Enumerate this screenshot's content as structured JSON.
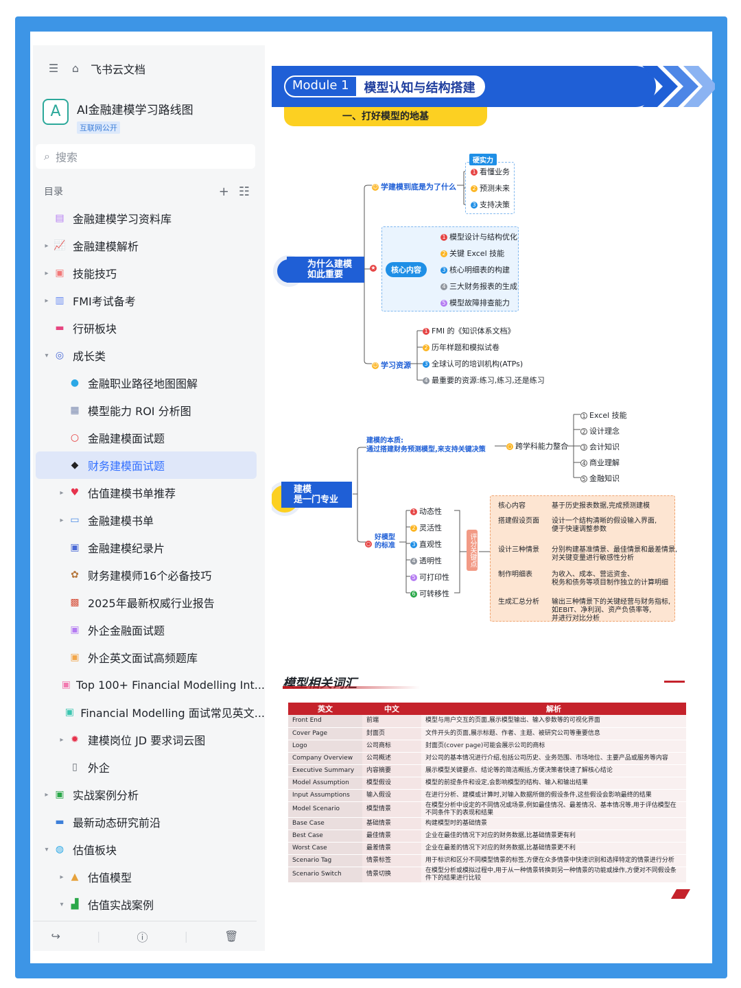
{
  "sidebar": {
    "app_title": "飞书云文档",
    "doc_avatar": "A",
    "doc_title": "AI金融建模学习路线图",
    "doc_badge": "互联网公开",
    "search_placeholder": "搜索",
    "toc_label": "目录",
    "items": [
      {
        "label": "金融建模学习资料库",
        "icon": "library-icon",
        "level": 1,
        "arrow": ""
      },
      {
        "label": "金融建模解析",
        "icon": "chart-icon",
        "level": 1,
        "arrow": "▸"
      },
      {
        "label": "技能技巧",
        "icon": "skill-icon",
        "level": 1,
        "arrow": "▸"
      },
      {
        "label": "FMI考试备考",
        "icon": "bar-chart-icon",
        "level": 1,
        "arrow": "▸"
      },
      {
        "label": "行研板块",
        "icon": "briefcase-icon",
        "level": 1,
        "arrow": ""
      },
      {
        "label": "成长类",
        "icon": "growth-icon",
        "level": 1,
        "arrow": "▾"
      },
      {
        "label": "金融职业路径地图图解",
        "icon": "globe-icon",
        "level": 2,
        "arrow": ""
      },
      {
        "label": "模型能力 ROI 分析图",
        "icon": "calendar-icon",
        "level": 2,
        "arrow": ""
      },
      {
        "label": "金融建模面试题",
        "icon": "ring-icon",
        "level": 2,
        "arrow": ""
      },
      {
        "label": "财务建模面试题",
        "icon": "graduation-cap-icon",
        "level": 2,
        "arrow": "",
        "active": true
      },
      {
        "label": "估值建模书单推荐",
        "icon": "heart-icon",
        "level": 2,
        "arrow": "▸"
      },
      {
        "label": "金融建模书单",
        "icon": "book-icon",
        "level": 2,
        "arrow": "▸"
      },
      {
        "label": "金融建模纪录片",
        "icon": "film-icon",
        "level": 2,
        "arrow": ""
      },
      {
        "label": "财务建模师16个必备技巧",
        "icon": "cookie-icon",
        "level": 2,
        "arrow": ""
      },
      {
        "label": "2025年最新权威行业报告",
        "icon": "report-icon",
        "level": 2,
        "arrow": ""
      },
      {
        "label": "外企金融面试题",
        "icon": "purple-doc-icon",
        "level": 2,
        "arrow": ""
      },
      {
        "label": "外企英文面试高频题库",
        "icon": "orange-doc-icon",
        "level": 2,
        "arrow": ""
      },
      {
        "label": "Top 100+ Financial Modelling Int...",
        "icon": "pink-doc-icon",
        "level": 2,
        "arrow": ""
      },
      {
        "label": "Financial Modelling 面试常见英文...",
        "icon": "teal-doc-icon",
        "level": 2,
        "arrow": ""
      },
      {
        "label": "建模岗位 JD 要求词云图",
        "icon": "wordcloud-icon",
        "level": 2,
        "arrow": "▸"
      },
      {
        "label": "外企",
        "icon": "document-icon",
        "level": 2,
        "arrow": ""
      },
      {
        "label": "实战案例分析",
        "icon": "case-icon",
        "level": 1,
        "arrow": "▸"
      },
      {
        "label": "最新动态研究前沿",
        "icon": "news-icon",
        "level": 1,
        "arrow": ""
      },
      {
        "label": "估值板块",
        "icon": "globe-blue-icon",
        "level": 1,
        "arrow": "▾"
      },
      {
        "label": "估值模型",
        "icon": "fire-icon",
        "level": 2,
        "arrow": "▸"
      },
      {
        "label": "估值实战案例",
        "icon": "chart-green-icon",
        "level": 2,
        "arrow": "▾"
      }
    ],
    "bottom_actions": [
      "share-icon",
      "info-icon",
      "trash-icon"
    ]
  },
  "module": {
    "tag": "Module 1",
    "title": "模型认知与结构搭建",
    "section": "一、打好模型的地基"
  },
  "mindmap1": {
    "root": "为什么建模\n如此重要",
    "branch_why": "学建模到底是为了什么",
    "hard_label": "硬实力",
    "hard_items": [
      "看懂业务",
      "预测未来",
      "支持决策"
    ],
    "core_label": "核心内容",
    "core_items": [
      "模型设计与结构优化",
      "关键 Excel 技能",
      "核心明细表的构建",
      "三大财务报表的生成",
      "模型故障排查能力"
    ],
    "resource_label": "学习资源",
    "resource_items": [
      "FMI 的《知识体系文档》",
      "历年样题和模拟试卷",
      "全球认可的培训机构(ATPs)",
      "最重要的资源:练习,练习,还是练习"
    ]
  },
  "mindmap2": {
    "root": "建模\n是一门专业",
    "essence_title": "建模的本质:",
    "essence_desc": "通过搭建财务预测模型,来支持关键决策",
    "cross_label": "跨学科能力整合",
    "cross_items": [
      "Excel 技能",
      "设计理念",
      "会计知识",
      "商业理解",
      "金融知识"
    ],
    "good_label": "好模型\n的标准",
    "good_items": [
      "动态性",
      "灵活性",
      "直观性",
      "透明性",
      "可打印性",
      "可转移性"
    ],
    "eval_label": "评分关键点",
    "eval_rows": [
      {
        "k": "核心内容",
        "v": "基于历史报表数据,完成预测建模"
      },
      {
        "k": "搭建假设页面",
        "v": "设计一个结构清晰的假设输入界面,\n便于快速调整参数"
      },
      {
        "k": "设计三种情景",
        "v": "分别构建基准情景、最佳情景和最差情景,\n对关键变量进行敏感性分析"
      },
      {
        "k": "制作明细表",
        "v": "为收入、成本、营运资金、\n税务和债务等项目制作独立的计算明细"
      },
      {
        "k": "生成汇总分析",
        "v": "输出三种情景下的关键经营与财务指标,\n如EBIT、净利润、资产负债率等,\n并进行对比分析"
      }
    ]
  },
  "vocab": {
    "title": "模型相关词汇",
    "headers": [
      "英文",
      "中文",
      "解析"
    ],
    "rows": [
      [
        "Front End",
        "前端",
        "模型与用户交互的页面,展示模型输出、输入参数等的可视化界面"
      ],
      [
        "Cover Page",
        "封面页",
        "文件开头的页面,展示标题、作者、主题、被研究公司等重要信息"
      ],
      [
        "Logo",
        "公司商标",
        "封面页(cover page)可能会展示公司的商标"
      ],
      [
        "Company Overview",
        "公司概述",
        "对公司的基本情况进行介绍,包括公司历史、业务范围、市场地位、主要产品或服务等内容"
      ],
      [
        "Executive Summary",
        "内容摘要",
        "展示模型关键要点、结论等的简洁概括,方便决策者快速了解核心结论"
      ],
      [
        "Model Assumption",
        "模型假设",
        "模型的前提条件和设定,会影响模型的结构、输入和输出结果"
      ],
      [
        "Input Assumptions",
        "输入假设",
        "在进行分析、建模或计算时,对输入数据所做的假设条件,这些假设会影响最终的结果"
      ],
      [
        "Model Scenario",
        "模型情景",
        "在模型分析中设定的不同情况或场景,例如最佳情况、最差情况、基本情况等,用于评估模型在不同条件下的表现和结果"
      ],
      [
        "Base Case",
        "基础情景",
        "构建模型时的基础情景"
      ],
      [
        "Best Case",
        "最佳情景",
        "企业在最佳的情况下对应的财务数据,比基础情景更有利"
      ],
      [
        "Worst Case",
        "最差情景",
        "企业在最差的情况下对应的财务数据,比基础情景更不利"
      ],
      [
        "Scenario Tag",
        "情景标签",
        "用于标识和区分不同模型情景的标签,方便在众多情景中快速识别和选择特定的情景进行分析"
      ],
      [
        "Scenario Switch",
        "情景切换",
        "在模型分析或模拟过程中,用于从一种情景转换到另一种情景的功能或操作,方便对不同假设条件下的结果进行比较"
      ]
    ]
  },
  "colors": {
    "frame": "#3d95e6",
    "module_blue": "#1f5fd6",
    "section_yellow": "#fcd022",
    "table_red": "#c5222b"
  }
}
